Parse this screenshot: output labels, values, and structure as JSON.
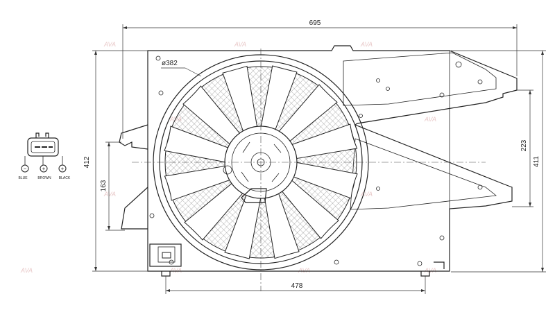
{
  "dimensions": {
    "width_top": "695",
    "height_left": "412",
    "height_right": "411",
    "offset_right": "223",
    "offset_left": "163",
    "width_bottom": "478",
    "fan_diameter": "ø382"
  },
  "connector": {
    "pins": [
      {
        "symbol": "−",
        "wire": "BLUE"
      },
      {
        "symbol": "+",
        "wire": "BROWN"
      },
      {
        "symbol": "+",
        "wire": "BLACK"
      }
    ]
  },
  "watermark": "AVA",
  "colors": {
    "line": "#222222",
    "mesh": "#555555",
    "watermark": "#e9c9c9"
  }
}
